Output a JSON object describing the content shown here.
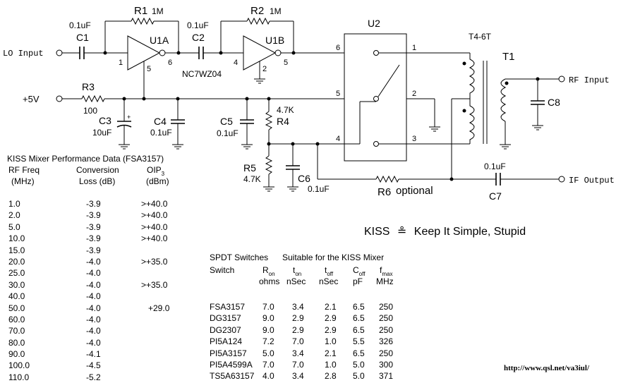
{
  "schematic": {
    "ports": {
      "lo_input": "LO Input",
      "plus5v": "+5V",
      "rf_input": "RF Input",
      "if_output": "IF Output"
    },
    "components": {
      "c1": {
        "ref": "C1",
        "value": "0.1uF"
      },
      "r1": {
        "ref": "R1",
        "value": "1M"
      },
      "u1a": {
        "ref": "U1A"
      },
      "c2": {
        "ref": "C2",
        "value": "0.1uF"
      },
      "r2": {
        "ref": "R2",
        "value": "1M"
      },
      "u1b": {
        "ref": "U1B",
        "part": "NC7WZ04"
      },
      "u2": {
        "ref": "U2"
      },
      "t1": {
        "ref": "T1",
        "part": "T4-6T"
      },
      "r3": {
        "ref": "R3",
        "value": "100"
      },
      "c3": {
        "ref": "C3",
        "value": "10uF",
        "polarity": "+"
      },
      "c4": {
        "ref": "C4",
        "value": "0.1uF"
      },
      "c5": {
        "ref": "C5",
        "value": "0.1uF"
      },
      "r4": {
        "ref": "R4",
        "value": "4.7K"
      },
      "r5": {
        "ref": "R5",
        "value": "4.7K"
      },
      "c6": {
        "ref": "C6",
        "value": "0.1uF"
      },
      "r6": {
        "ref": "R6",
        "note": "optional"
      },
      "c7": {
        "ref": "C7",
        "value": "0.1uF"
      },
      "c8": {
        "ref": "C8"
      }
    },
    "pins": {
      "u1a_in": "1",
      "u1a_out": "6",
      "u1a_pwr": "5",
      "u1b_in": "4",
      "u1b_out": "5",
      "u1b_gnd": "2",
      "u2_6": "6",
      "u2_5": "5",
      "u2_4": "4",
      "u2_1": "1",
      "u2_2": "2",
      "u2_3": "3"
    }
  },
  "kiss_note": {
    "left": "KISS",
    "right": "Keep It Simple, Stupid"
  },
  "mixer_table": {
    "title": "KISS Mixer Performance Data (FSA3157)",
    "headers": {
      "col1_line1": "RF Freq",
      "col1_line2": "(MHz)",
      "col2_line1": "Conversion",
      "col2_line2": "Loss (dB)",
      "col3_main": "OIP",
      "col3_sub": "3",
      "col3_line2": "(dBm)"
    },
    "rows": [
      {
        "freq": "1.0",
        "loss": "-3.9",
        "oip3": ">+40.0"
      },
      {
        "freq": "2.0",
        "loss": "-3.9",
        "oip3": ">+40.0"
      },
      {
        "freq": "5.0",
        "loss": "-3.9",
        "oip3": ">+40.0"
      },
      {
        "freq": "10.0",
        "loss": "-3.9",
        "oip3": ">+40.0"
      },
      {
        "freq": "15.0",
        "loss": "-3.9",
        "oip3": ""
      },
      {
        "freq": "20.0",
        "loss": "-4.0",
        "oip3": ">+35.0"
      },
      {
        "freq": "25.0",
        "loss": "-4.0",
        "oip3": ""
      },
      {
        "freq": "30.0",
        "loss": "-4.0",
        "oip3": ">+35.0"
      },
      {
        "freq": "40.0",
        "loss": "-4.0",
        "oip3": ""
      },
      {
        "freq": "50.0",
        "loss": "-4.0",
        "oip3": "+29.0"
      },
      {
        "freq": "60.0",
        "loss": "-4.0",
        "oip3": ""
      },
      {
        "freq": "70.0",
        "loss": "-4.0",
        "oip3": ""
      },
      {
        "freq": "80.0",
        "loss": "-4.0",
        "oip3": ""
      },
      {
        "freq": "90.0",
        "loss": "-4.1",
        "oip3": ""
      },
      {
        "freq": "100.0",
        "loss": "-4.5",
        "oip3": ""
      },
      {
        "freq": "110.0",
        "loss": "-5.2",
        "oip3": ""
      }
    ]
  },
  "switch_table": {
    "title_left": "SPDT Switches",
    "title_right": "Suitable for the KISS Mixer",
    "headers": {
      "switch": "Switch",
      "ron_main": "R",
      "ron_sub": "on",
      "ron_unit": "ohms",
      "ton_main": "t",
      "ton_sub": "on",
      "ton_unit": "nSec",
      "toff_main": "t",
      "toff_sub": "off",
      "toff_unit": "nSec",
      "coff_main": "C",
      "coff_sub": "off",
      "coff_unit": "pF",
      "fmax_main": "f",
      "fmax_sub": "max",
      "fmax_unit": "MHz"
    },
    "rows": [
      {
        "part": "FSA3157",
        "ron": "7.0",
        "ton": "3.4",
        "toff": "2.1",
        "coff": "6.5",
        "fmax": "250"
      },
      {
        "part": "DG3157",
        "ron": "9.0",
        "ton": "2.9",
        "toff": "2.9",
        "coff": "6.5",
        "fmax": "250"
      },
      {
        "part": "DG2307",
        "ron": "9.0",
        "ton": "2.9",
        "toff": "2.9",
        "coff": "6.5",
        "fmax": "250"
      },
      {
        "part": "PI5A124",
        "ron": "7.2",
        "ton": "7.0",
        "toff": "1.0",
        "coff": "5.5",
        "fmax": "326"
      },
      {
        "part": "PI5A3157",
        "ron": "5.0",
        "ton": "3.4",
        "toff": "2.1",
        "coff": "6.5",
        "fmax": "250"
      },
      {
        "part": "PI5A4599A",
        "ron": "7.0",
        "ton": "7.0",
        "toff": "1.0",
        "coff": "5.0",
        "fmax": "300"
      },
      {
        "part": "TS5A63157",
        "ron": "4.0",
        "ton": "3.4",
        "toff": "2.8",
        "coff": "5.0",
        "fmax": "371"
      }
    ]
  },
  "footer": {
    "url": "http://www.qsl.net/va3iul/"
  }
}
